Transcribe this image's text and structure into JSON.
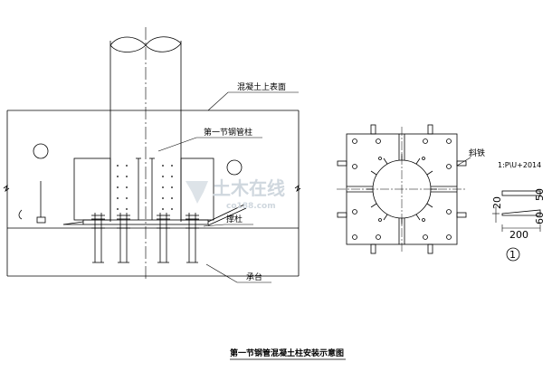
{
  "labels": {
    "concrete_top": "混凝土上表面",
    "first_column": "第一节钢管柱",
    "support": "撑杜",
    "pile_cap": "承台",
    "wedge": "斜铁",
    "spec": "1:P\\U+2014",
    "dim_50": "50",
    "dim_20": "20",
    "dim_60": "60",
    "dim_200": "200",
    "detail_no": "1"
  },
  "title": "第一节钢管混凝土柱安装示意图",
  "watermark": {
    "cn": "土木在线",
    "en": "co188.com"
  }
}
